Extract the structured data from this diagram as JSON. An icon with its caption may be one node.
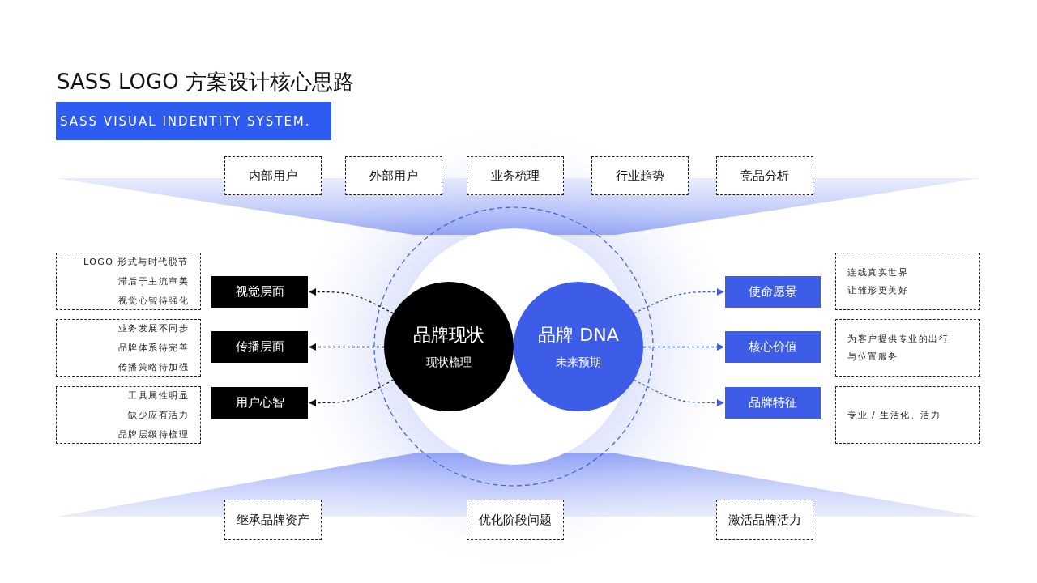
{
  "diagram": {
    "title": "SASS LOGO 方案设计核心思路",
    "nodes": [
      {
        "text": [
          "内部用户"
        ]
      },
      {
        "text": [
          "外部用户"
        ]
      },
      {
        "text": [
          "业务梳理"
        ]
      },
      {
        "text": [
          "行业趋势"
        ]
      },
      {
        "text": [
          "竞品分析"
        ]
      },
      {
        "text": [
          "LOGO 形式与时代脱节",
          "滞后于主流审美",
          "视觉心智待强化"
        ]
      },
      {
        "text": [
          "视觉层面"
        ]
      },
      {
        "text": [
          "业务发展不同步",
          "品牌体系待完善",
          "传播策略待加强"
        ]
      },
      {
        "text": [
          "传播层面"
        ]
      },
      {
        "text": [
          "工具属性明显",
          "缺少应有活力",
          "品牌层级待梳理"
        ]
      },
      {
        "text": [
          "用户心智"
        ]
      },
      {
        "text": [
          "品牌现状",
          "现状梳理"
        ]
      },
      {
        "text": [
          "品牌 DNA",
          "未来预期"
        ]
      },
      {
        "text": [
          "使命愿景"
        ]
      },
      {
        "text": [
          "连线真实世界让雏形更美好"
        ]
      },
      {
        "text": [
          "核心价值"
        ]
      },
      {
        "text": [
          "为客户提供专业的出行与位置服务"
        ]
      },
      {
        "text": [
          "品牌特征"
        ]
      },
      {
        "text": [
          "专业 / 生活化、活力"
        ]
      },
      {
        "text": [
          "继承品牌资产"
        ]
      },
      {
        "text": [
          "优化阶段问题"
        ]
      },
      {
        "text": [
          "激活品牌活力"
        ]
      }
    ],
    "edges": [
      {
        "from": 11,
        "to": 6,
        "arrow": "to",
        "style": "dashed"
      },
      {
        "from": 11,
        "to": 8,
        "arrow": "to",
        "style": "dashed"
      },
      {
        "from": 11,
        "to": 10,
        "arrow": "to",
        "style": "dashed"
      },
      {
        "from": 12,
        "to": 13,
        "arrow": "to",
        "style": "dashed",
        "color": "#3d5ce8"
      },
      {
        "from": 12,
        "to": 15,
        "arrow": "to",
        "style": "dashed",
        "color": "#3d5ce8"
      },
      {
        "from": 12,
        "to": 17,
        "arrow": "to",
        "style": "dashed",
        "color": "#3d5ce8"
      }
    ],
    "labels": [
      "SASS VISUAL INDENTITY SYSTEM."
    ]
  }
}
